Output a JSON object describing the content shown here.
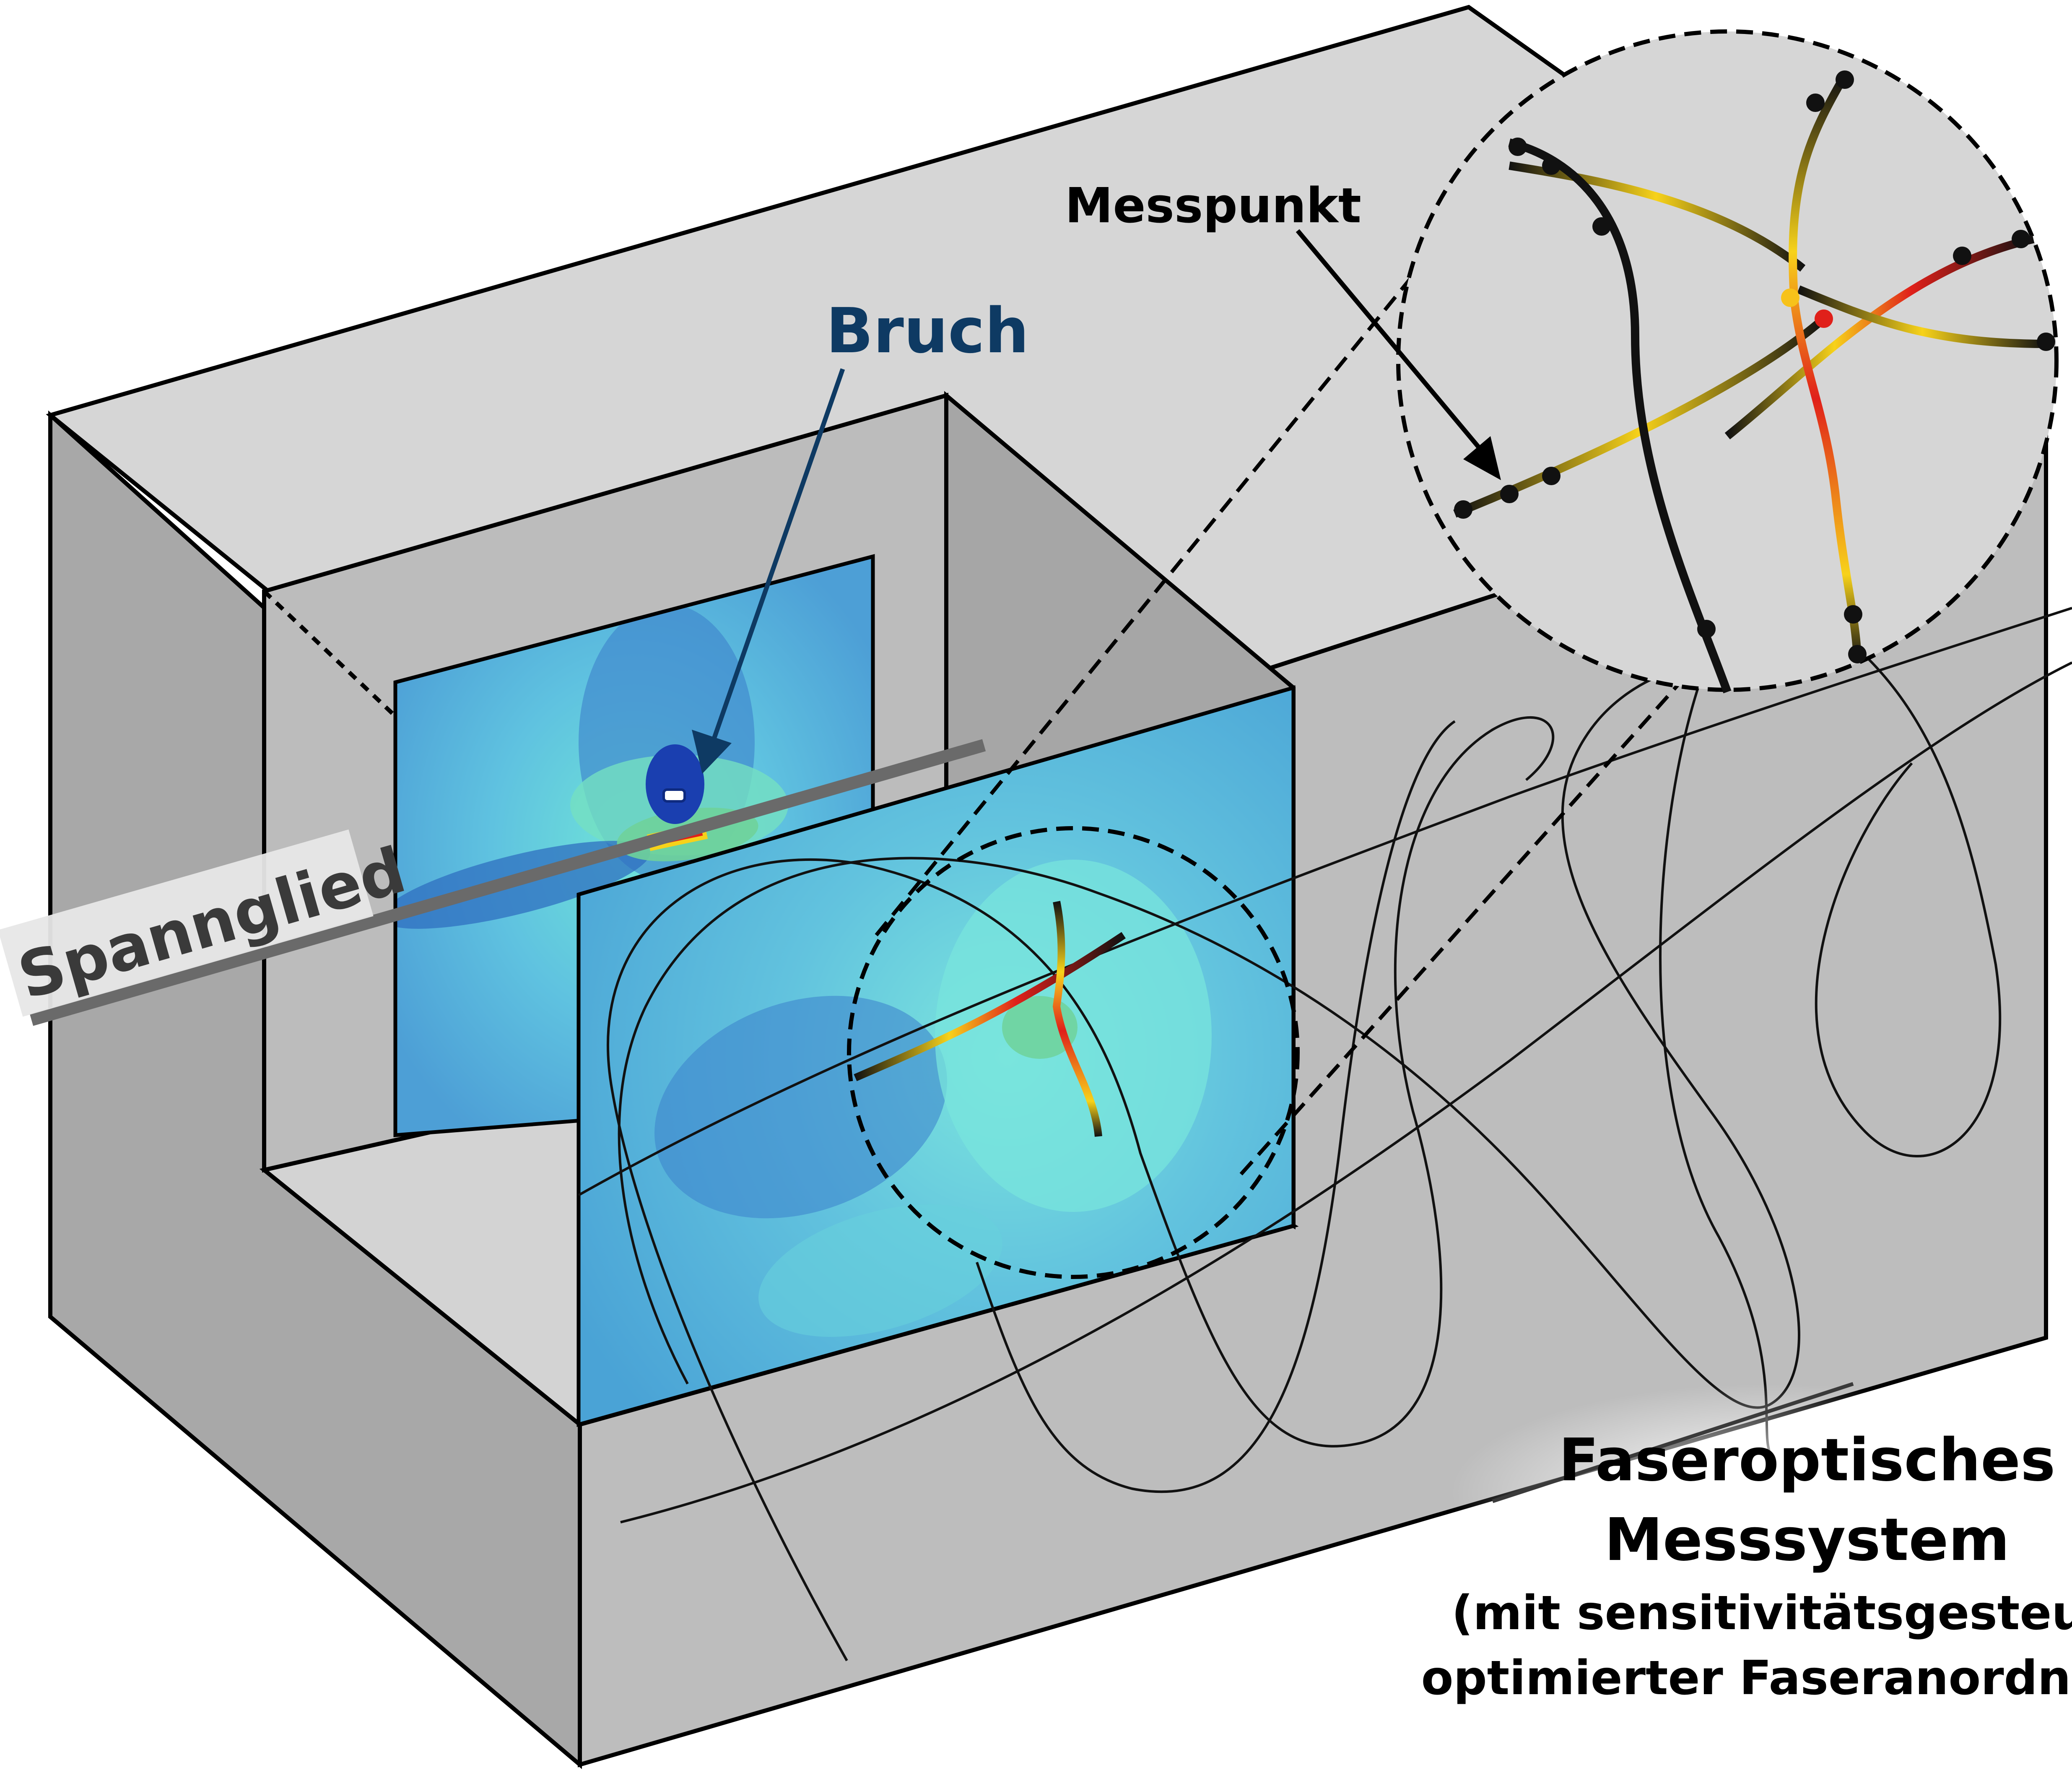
{
  "labels": {
    "bruch": "Bruch",
    "messpunkt": "Messpunkt",
    "spannglied": "Spannglied",
    "system_line1": "Faseroptisches",
    "system_line2": "Messsystem",
    "system_line3": "(mit sensitivitätsgesteuert",
    "system_line4": "optimierter Faseranordnung)"
  },
  "colors": {
    "block_top": "#d6d6d6",
    "block_front": "#bdbdbd",
    "block_side": "#a8a8a8",
    "cutout_floor": "#d3d3d3",
    "cutout_back": "#bcbcbc",
    "cutout_wall": "#a6a6a6",
    "bruch_label": "#0e3a63",
    "arrow_dark": "#0e3a63",
    "field_base": "#5eb7dc",
    "field_low": "#2f6fc0",
    "field_mid": "#6edbd6",
    "field_green": "#6fd29a",
    "strain_high": "#e0201a",
    "strain_mid": "#f7d21a",
    "fiber": "#111111"
  },
  "icons": {
    "crack": "crack-icon",
    "measurement_point": "measurement-point-icon"
  }
}
